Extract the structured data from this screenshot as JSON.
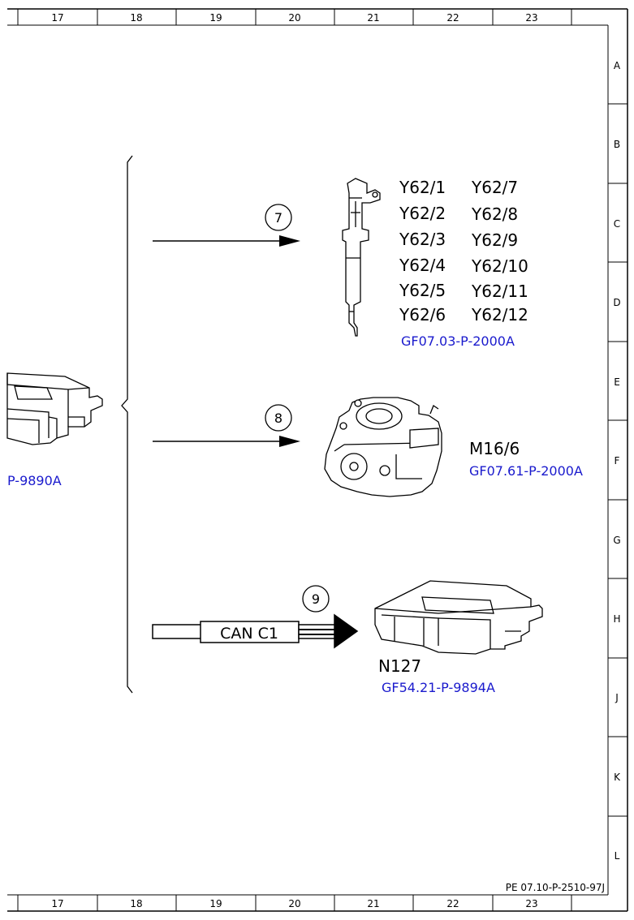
{
  "frame": {
    "top_columns": [
      "17",
      "18",
      "19",
      "20",
      "21",
      "22",
      "23"
    ],
    "bottom_columns": [
      "17",
      "18",
      "19",
      "20",
      "21",
      "22",
      "23"
    ],
    "rows": [
      "A",
      "B",
      "C",
      "D",
      "E",
      "F",
      "G",
      "H",
      "J",
      "K",
      "L"
    ],
    "footer_ref": "PE 07.10-P-2510-97J"
  },
  "left_module": {
    "ref": "P-9890A"
  },
  "callouts": [
    "7",
    "8",
    "9"
  ],
  "injectors": {
    "labels_left": [
      "Y62/1",
      "Y62/2",
      "Y62/3",
      "Y62/4",
      "Y62/5",
      "Y62/6"
    ],
    "labels_right": [
      "Y62/7",
      "Y62/8",
      "Y62/9",
      "Y62/10",
      "Y62/11",
      "Y62/12"
    ],
    "ref": "GF07.03-P-2000A"
  },
  "throttle": {
    "label": "M16/6",
    "ref": "GF07.61-P-2000A"
  },
  "can_bus": {
    "label": "CAN C1"
  },
  "control_unit": {
    "label": "N127",
    "ref": "GF54.21-P-9894A"
  }
}
